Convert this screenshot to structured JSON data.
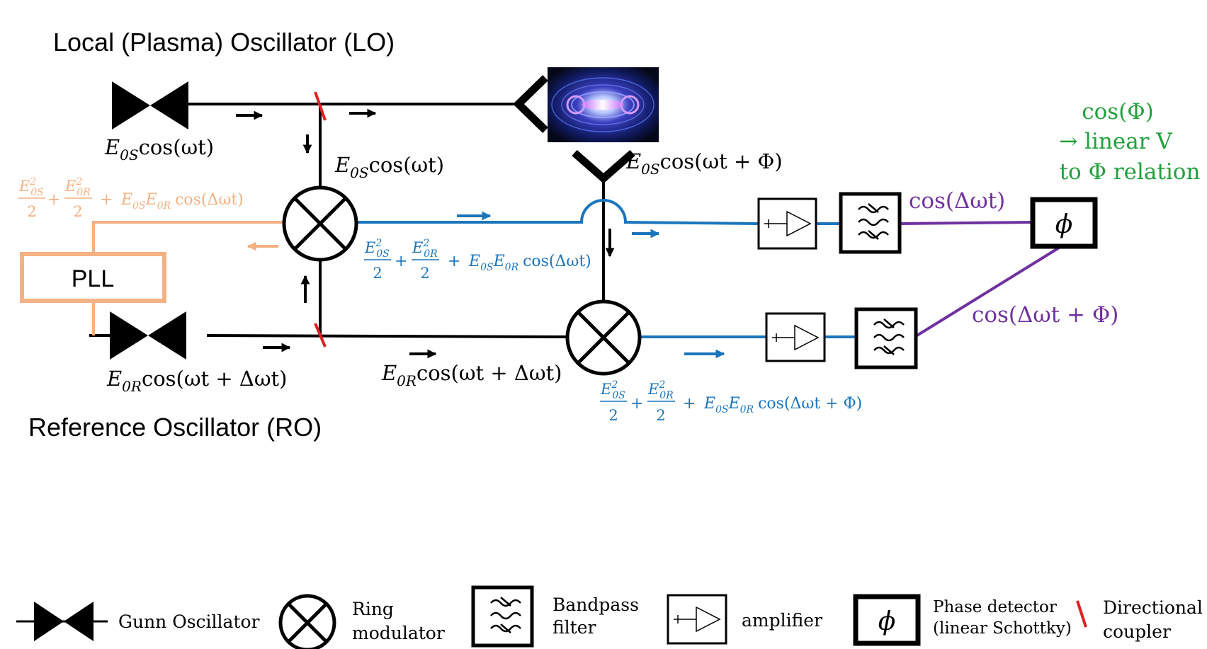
{
  "titles": {
    "lo": "Local (Plasma) Oscillator (LO)",
    "ro": "Reference Oscillator (RO)"
  },
  "signals": {
    "lo_out": {
      "amp": "E",
      "sub": "0S",
      "arg": "cos(ωt)"
    },
    "lo_tap": {
      "amp": "E",
      "sub": "0S",
      "arg": "cos(ωt)"
    },
    "plasma_out": {
      "amp": "E",
      "sub": "0S",
      "arg": "cos(ωt + Φ)"
    },
    "ro_out": {
      "amp": "E",
      "sub": "0R",
      "arg": "cos(ωt + Δωt)"
    },
    "ro_line": {
      "amp": "E",
      "sub": "0R",
      "arg": "cos(ωt + Δωt)"
    }
  },
  "mix_terms": {
    "n1": "E",
    "s1": "0S",
    "p1": "2",
    "d1": "2",
    "plus": "+",
    "n2": "E",
    "s2": "0R",
    "p2": "2",
    "d2": "2",
    "e3": "E",
    "s3": "0S",
    "e4": "E",
    "s4": "0R",
    "cos_beat": "cos(Δωt)",
    "cos_beat_phase": "cos(Δωt + Φ)"
  },
  "pll_label": "PLL",
  "outputs": {
    "cos_beat": "cos(Δωt)",
    "cos_beat_phase": "cos(Δωt + Φ)",
    "note_line1": "cos(Φ)",
    "note_line2": "→ linear V",
    "note_line3": "to Φ relation",
    "phase_symbol": "ϕ"
  },
  "legend": {
    "gunn": "Gunn Oscillator",
    "ring1": "Ring",
    "ring2": "modulator",
    "bp1": "Bandpass",
    "bp2": "filter",
    "amp": "amplifier",
    "pd1": "Phase detector",
    "pd2": "(linear Schottky)",
    "dc1": "Directional",
    "dc2": "coupler",
    "phase_symbol": "ϕ"
  },
  "colors": {
    "black": "#000000",
    "blue": "#1b75bc",
    "orange": "#f4b183",
    "purple": "#7030a0",
    "green": "#22a03c",
    "red": "#e02020"
  }
}
